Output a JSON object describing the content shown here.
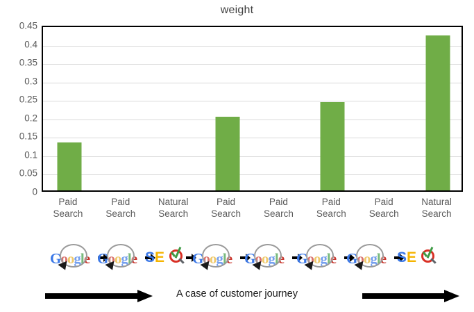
{
  "chart_data": {
    "type": "bar",
    "title": "weight",
    "xlabel": "",
    "ylabel": "",
    "ylim": [
      0,
      0.45
    ],
    "grid": true,
    "legend": "none",
    "categories": [
      "Paid Search",
      "Paid Search",
      "Natural Search",
      "Paid Search",
      "Paid Search",
      "Paid Search",
      "Paid Search",
      "Natural Search"
    ],
    "category_lines": [
      [
        "Paid",
        "Search"
      ],
      [
        "Paid",
        "Search"
      ],
      [
        "Natural",
        "Search"
      ],
      [
        "Paid",
        "Search"
      ],
      [
        "Paid",
        "Search"
      ],
      [
        "Paid",
        "Search"
      ],
      [
        "Paid",
        "Search"
      ],
      [
        "Natural",
        "Search"
      ]
    ],
    "values": [
      0.13,
      0,
      0,
      0.2,
      0,
      0.24,
      0,
      0.42
    ],
    "ticks": [
      "0.45",
      "0.4",
      "0.35",
      "0.3",
      "0.25",
      "0.2",
      "0.15",
      "0.1",
      "0.05",
      "0"
    ],
    "tick_values": [
      0.45,
      0.4,
      0.35,
      0.3,
      0.25,
      0.2,
      0.15,
      0.1,
      0.05,
      0
    ],
    "bar_color": "#70AD47",
    "gridline_color": "#d9d9d9",
    "axis_color": "#000000",
    "tick_label_color": "#595959"
  },
  "journey": {
    "steps": [
      {
        "type": "google",
        "label": "google-search-icon"
      },
      {
        "type": "google",
        "label": "google-search-icon"
      },
      {
        "type": "seo",
        "label": "seo-icon"
      },
      {
        "type": "google",
        "label": "google-search-icon"
      },
      {
        "type": "google",
        "label": "google-search-icon"
      },
      {
        "type": "google",
        "label": "google-search-icon"
      },
      {
        "type": "google",
        "label": "google-search-icon"
      },
      {
        "type": "seo",
        "label": "seo-icon"
      }
    ],
    "google_letters": [
      "G",
      "o",
      "o",
      "g",
      "l",
      "e"
    ],
    "seo_letters": [
      "S",
      "E",
      "O"
    ]
  },
  "caption": {
    "text": "A case of customer journey",
    "left_arrow": "arrow-right",
    "right_arrow": "arrow-right"
  }
}
